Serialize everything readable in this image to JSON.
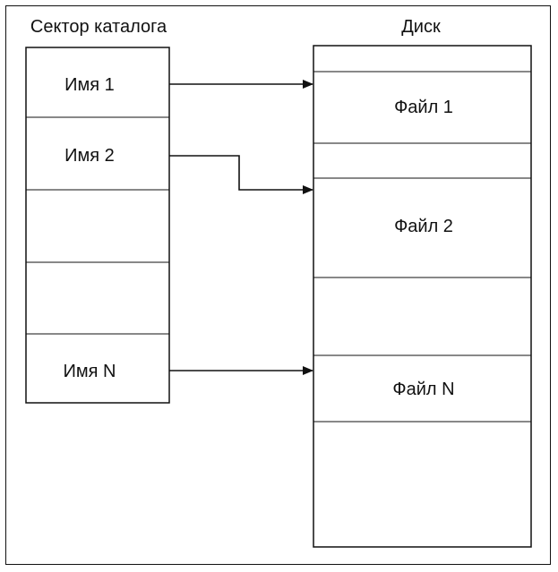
{
  "directory": {
    "title": "Сектор каталога",
    "entries": [
      "Имя 1",
      "Имя 2",
      "",
      "",
      "Имя N"
    ]
  },
  "disk": {
    "title": "Диск",
    "blocks": [
      "",
      "Файл 1",
      "",
      "Файл 2",
      "",
      "Файл N",
      ""
    ]
  },
  "links": [
    {
      "from": "Имя 1",
      "to": "Файл 1"
    },
    {
      "from": "Имя 2",
      "to": "Файл 2"
    },
    {
      "from": "Имя N",
      "to": "Файл N"
    }
  ]
}
